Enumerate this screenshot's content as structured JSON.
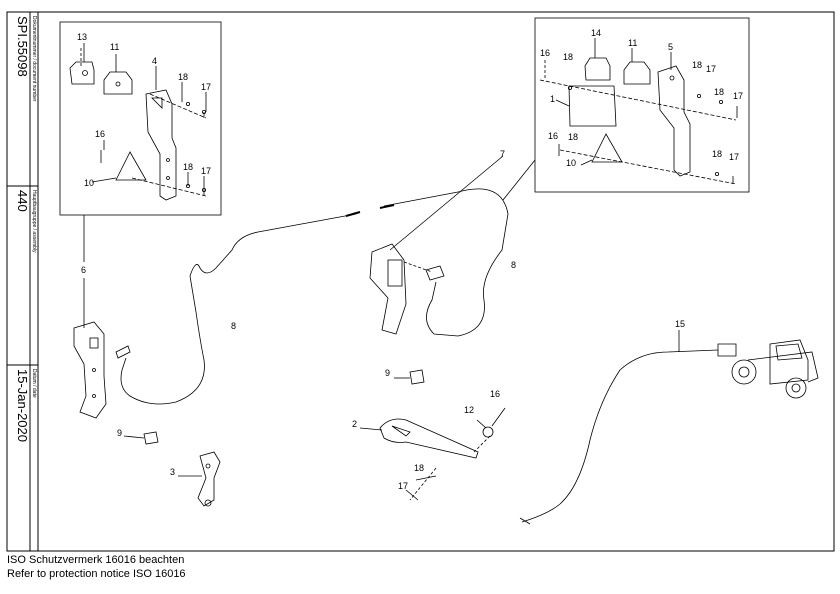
{
  "title_block": {
    "doc_number_label": "Dokumentnummer / document number",
    "doc_number": "SPI.55098",
    "assembly_label": "Hauptbaugruppe / assembly",
    "assembly": "440",
    "date_label": "Datum / date",
    "date": "15-Jan-2020"
  },
  "callouts": [
    "1",
    "2",
    "3",
    "4",
    "5",
    "6",
    "7",
    "8",
    "9",
    "10",
    "11",
    "12",
    "13",
    "14",
    "15",
    "16",
    "17",
    "18"
  ],
  "footer": {
    "line1": "ISO Schutzvermerk 16016 beachten",
    "line2": "Refer to protection notice ISO 16016"
  }
}
